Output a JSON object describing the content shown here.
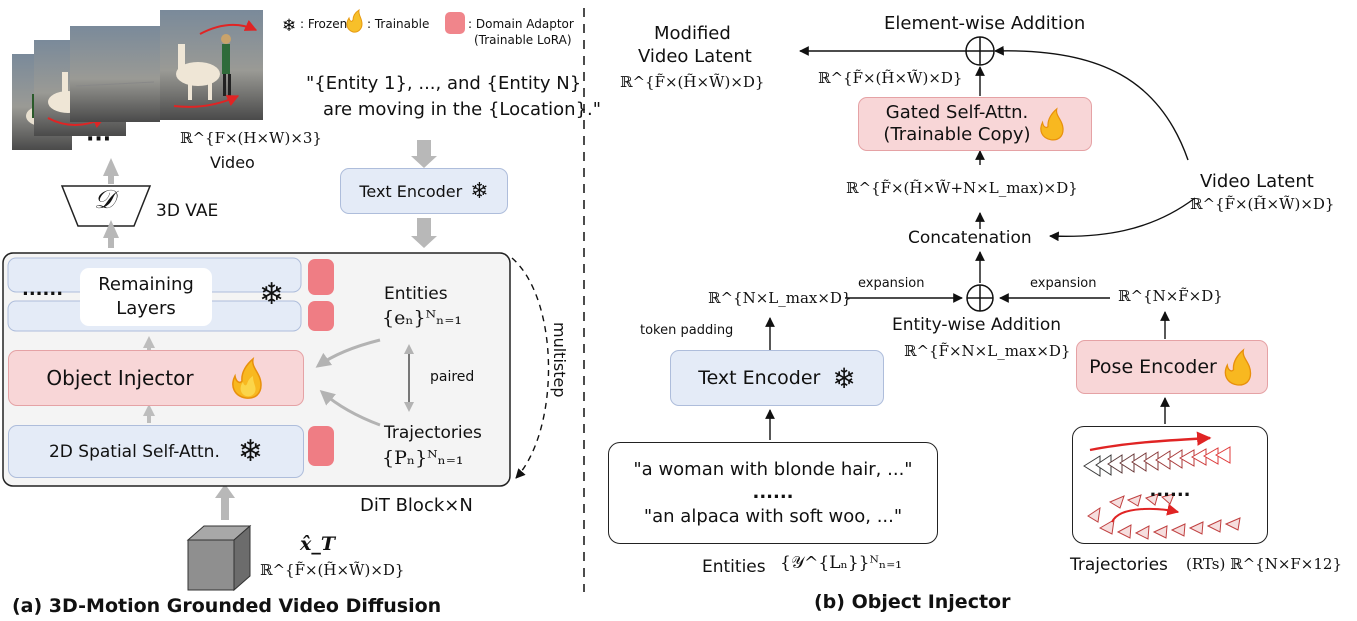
{
  "legend": {
    "frozen": ": Frozen",
    "trainable": ": Trainable",
    "domain_adaptor": ": Domain Adaptor",
    "domain_adaptor_sub": "(Trainable LoRA)"
  },
  "left": {
    "video_dim": "ℝ^{F×(H×W)×3}",
    "video_label": "Video",
    "vae_symbol": "𝒟",
    "vae_label": "3D VAE",
    "ellipsis": "···",
    "prompt_line1": "\"{Entity 1}, ..., and {Entity N}",
    "prompt_line2": "are moving in the {Location}.\"",
    "text_encoder": "Text Encoder",
    "remaining_layers": "Remaining Layers",
    "dots": "......",
    "object_injector": "Object Injector",
    "spatial_attn": "2D Spatial Self-Attn.",
    "entities": "Entities",
    "entities_math": "{eₙ}ᴺₙ₌₁",
    "paired": "paired",
    "trajectories": "Trajectories",
    "trajectories_math": "{Pₙ}ᴺₙ₌₁",
    "multistep": "multistep",
    "dit_block": "DiT Block×N",
    "noise_symbol": "x̂_T",
    "noise_dim": "ℝ^{F̃×(H̃×W̃)×D}",
    "caption": "(a) 3D-Motion Grounded Video Diffusion"
  },
  "right": {
    "modified_line1": "Modified",
    "modified_line2": "Video Latent",
    "modified_dim": "ℝ^{F̃×(H̃×W̃)×D}",
    "element_wise": "Element-wise Addition",
    "out_dim": "ℝ^{F̃×(H̃×W̃)×D}",
    "gated_line1": "Gated Self-Attn.",
    "gated_line2": "(Trainable Copy)",
    "concat_dim": "ℝ^{F̃×(H̃×W̃+N×L_max)×D}",
    "video_latent": "Video Latent",
    "video_latent_dim": "ℝ^{F̃×(H̃×W̃)×D}",
    "concatenation": "Concatenation",
    "text_dim": "ℝ^{N×L_max×D}",
    "expansion_left": "expansion",
    "expansion_right": "expansion",
    "pose_dim": "ℝ^{N×F̃×D}",
    "token_padding": "token padding",
    "entity_wise": "Entity-wise Addition",
    "entity_dim": "ℝ^{F̃×N×L_max×D}",
    "text_encoder": "Text Encoder",
    "pose_encoder": "Pose Encoder",
    "entity_text1": "\"a woman with blonde hair, ...\"",
    "entity_dots": "......",
    "entity_text2": "\"an alpaca with soft woo, ...\"",
    "traj_dots": "......",
    "entities_label": "Entities",
    "entities_label_math": "{𝒴^{Lₙ}}ᴺₙ₌₁",
    "traj_label": "Trajectories",
    "traj_label_math": "(RTs) ℝ^{N×F×12}",
    "caption": "(b) Object Injector"
  }
}
